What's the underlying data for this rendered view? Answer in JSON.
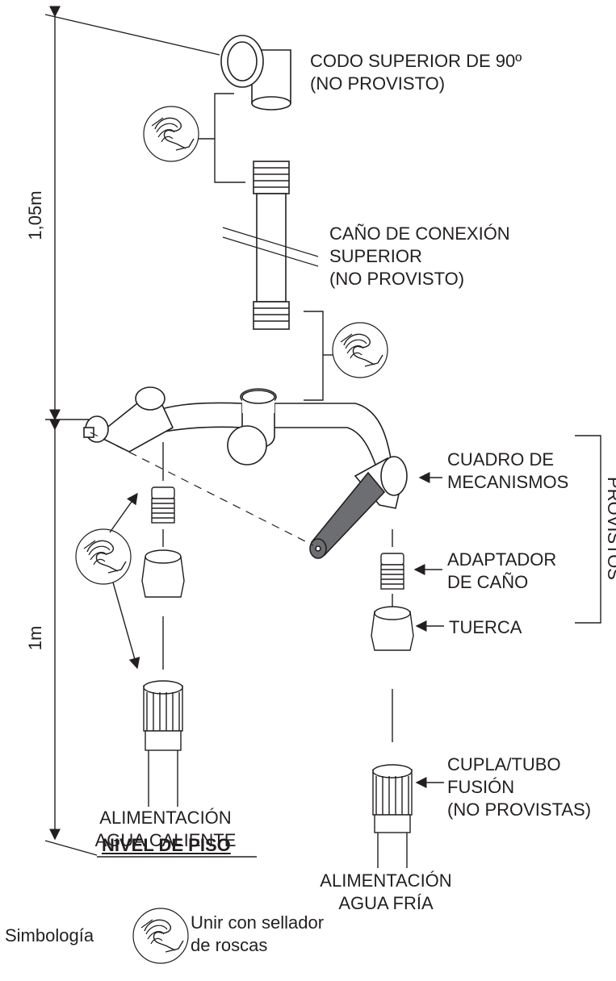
{
  "dimensions": {
    "upper": "1,05m",
    "lower": "1m"
  },
  "labels": {
    "elbow_line1": "CODO SUPERIOR DE 90º",
    "elbow_line2": "(NO PROVISTO)",
    "pipe_line1": "CAÑO DE CONEXIÓN",
    "pipe_line2": "SUPERIOR",
    "pipe_line3": "(NO PROVISTO)",
    "mech_line1": "CUADRO DE",
    "mech_line2": "MECANISMOS",
    "adapter_line1": "ADAPTADOR",
    "adapter_line2": "DE CAÑO",
    "nut": "TUERCA",
    "provided": "PROVISTOS",
    "cupla_line1": "CUPLA/TUBO",
    "cupla_line2": "FUSIÓN",
    "cupla_line3": "(NO PROVISTAS)",
    "hot_line1": "ALIMENTACIÓN",
    "hot_line2": "AGUA CALIENTE",
    "cold_line1": "ALIMENTACIÓN",
    "cold_line2": "AGUA FRÍA",
    "floor": "NIVEL DE PISO"
  },
  "legend": {
    "title": "Simbología",
    "desc_line1": "Unir con sellador",
    "desc_line2": "de roscas",
    "symbol_icon": "thread-sealant-hand-icon"
  },
  "colors": {
    "line": "#231f20",
    "knob": "#6d6e71",
    "paper": "#ffffff"
  }
}
